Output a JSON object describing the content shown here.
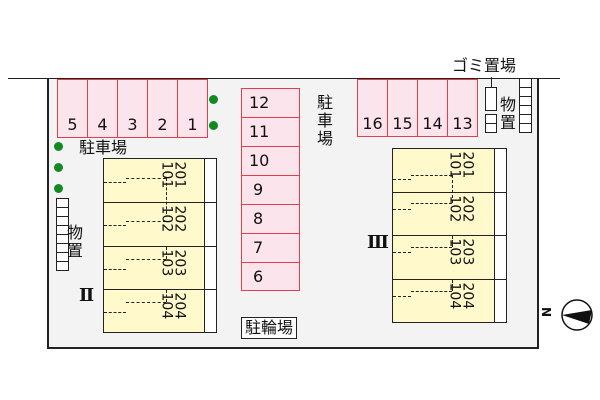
{
  "map": {
    "garbage_area_label": "ゴミ置場",
    "parking_label": "駐車場",
    "parking_label_center": "駐車場",
    "bicycle_parking_label": "駐輪場",
    "storage_label_right": "物置",
    "storage_label_left": "物置",
    "north_label": "N",
    "colors": {
      "parking_fill": "#fce4ec",
      "parking_border": "#e0404a",
      "building_fill": "#fff9cc",
      "tree": "#118a22",
      "site_fill": "#f3f3f3"
    }
  },
  "parking": {
    "top_left": [
      "5",
      "4",
      "3",
      "2",
      "1"
    ],
    "center": [
      "12",
      "11",
      "10",
      "9",
      "8",
      "7",
      "6"
    ],
    "top_right": [
      "16",
      "15",
      "14",
      "13"
    ]
  },
  "buildings": {
    "building2": {
      "label": "Ⅱ",
      "units": [
        {
          "upper": "201",
          "lower": "101"
        },
        {
          "upper": "202",
          "lower": "102"
        },
        {
          "upper": "203",
          "lower": "103"
        },
        {
          "upper": "204",
          "lower": "104"
        }
      ]
    },
    "building3": {
      "label": "Ⅲ",
      "units": [
        {
          "upper": "201",
          "lower": "101"
        },
        {
          "upper": "202",
          "lower": "102"
        },
        {
          "upper": "203",
          "lower": "103"
        },
        {
          "upper": "204",
          "lower": "104"
        }
      ]
    }
  }
}
